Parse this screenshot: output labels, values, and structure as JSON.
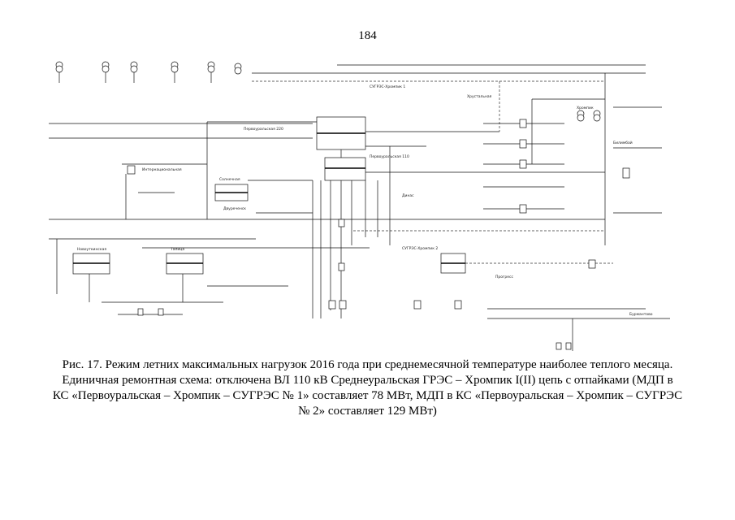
{
  "page": {
    "number": "184"
  },
  "figure": {
    "caption_lines": [
      "Рис. 17. Режим летних максимальных нагрузок 2016 года при среднемесячной температуре наиболее теплого месяца.",
      "Единичная ремонтная схема: отключена ВЛ 110 кВ Среднеуральская ГРЭС – Хромпик I(II) цепь с отпайками (МДП в",
      "КС «Первоуральская – Хромпик – СУГРЭС № 1» составляет 78 МВт, МДП в КС «Первоуральская – Хромпик – СУГРЭС",
      "№ 2» составляет 129 МВт)"
    ],
    "diagram": {
      "labels": [
        "Первоуральская 220",
        "Хромпик",
        "Первоуральская 110",
        "СУГРЭС-Хромпик 1",
        "СУГРЭС-Хромпик 2",
        "Интернациональная",
        "Солнечная",
        "Двуреченск",
        "Новоуткинская",
        "Талица",
        "Динас",
        "Билимбай",
        "Прогресс",
        "Хрустальная",
        "Бурмантово"
      ]
    }
  }
}
